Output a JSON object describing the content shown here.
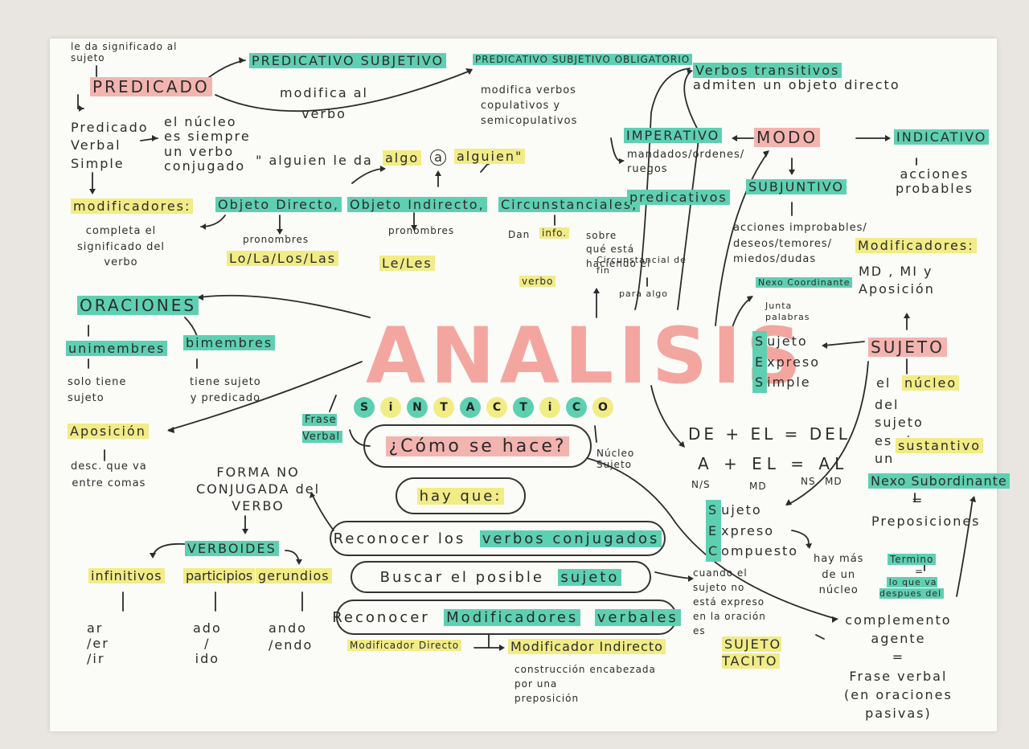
{
  "title": {
    "main": "ANALISIS",
    "sub_letters": [
      "S",
      "i",
      "N",
      "T",
      "A",
      "C",
      "T",
      "i",
      "C",
      "O"
    ]
  },
  "top_left": {
    "note": "le da significado al\nsujeto",
    "predicado": "PREDICADO",
    "pvs": "Predicado\nVerbal\nSimple",
    "nucleo": "el núcleo\nes siempre\nun verbo\nconjugado",
    "alguien": "\" alguien le da",
    "algo": "algo",
    "a": "a",
    "alguien2": "alguien\""
  },
  "predicativo_subjetivo": {
    "label": "PREDICATIVO SUBJETIVO",
    "desc": "modifica al\nverbo"
  },
  "predicativo_obligatorio": {
    "label": "PREDICATIVO SUBJETIVO OBLIGATORIO",
    "desc": "modifica verbos\ncopulativos y\nsemicopulativos"
  },
  "verbos_transitivos": {
    "label": "Verbos transitivos",
    "desc": "admiten un objeto directo"
  },
  "modo": {
    "label": "MODO",
    "imperativo": "IMPERATIVO",
    "imperativo_desc": "mandados/ordenes/\nruegos",
    "indicativo": "INDICATIVO",
    "indicativo_desc": "acciones\nprobables",
    "subjuntivo": "SUBJUNTIVO",
    "subjuntivo_desc": "acciones improbables/\ndeseos/temores/\nmiedos/dudas"
  },
  "modificadores": {
    "label": "modificadores:",
    "od": "Objeto Directo,",
    "oi": "Objeto Indirecto,",
    "circ": "Circunstanciales,",
    "pred": "predicativos",
    "completa": "completa el\nsignificado del\nverbo",
    "pron1": "pronombres",
    "lolas": "Lo/La/Los/Las",
    "pron2": "pronombres",
    "leles": "Le/Les",
    "dan": "Dan",
    "info": "info.",
    "sobre": "sobre\nqué está\nhaciendo el",
    "verbo": "verbo",
    "circ_fin": "Circunstancial de\nfin",
    "para_algo": "para algo"
  },
  "oraciones": {
    "label": "ORACIONES",
    "uni": "unimembres",
    "bi": "bimembres",
    "uni_desc": "solo tiene\nsujeto",
    "bi_desc": "tiene sujeto\ny predicado"
  },
  "aposicion": {
    "label": "Aposición",
    "desc": "desc. que va\nentre comas"
  },
  "frase_verbal": "Frase\nVerbal",
  "como": "¿Cómo se hace?",
  "hay_que": "hay que:",
  "nucleo_sujeto": "Núcleo\nSujeto",
  "steps": {
    "s1a": "Reconocer los",
    "s1b": "verbos conjugados",
    "s2a": "Buscar el posible",
    "s2b": "sujeto",
    "s3a": "Reconocer",
    "s3b": "Modificadores",
    "s3c": "verbales"
  },
  "forma": "FORMA NO\nCONJUGADA del\nVERBO",
  "verboides": {
    "label": "VERBOIDES",
    "inf": "infinitivos",
    "part": "participios",
    "ger": "gerundios",
    "inf_end": "ar\n/er\n/ir",
    "part_end": "ado\n/\nido",
    "ger_end": "ando\n/endo"
  },
  "mod_directo": "Modificador Directo",
  "mod_indirecto": "Modificador Indirecto",
  "mod_ind_desc": "construcción encabezada\npor una\npreposición",
  "sujeto": {
    "label": "SUJETO",
    "desc1": "el",
    "nucleo": "núcleo",
    "desc2": "del\nsujeto\nes siempre\nun",
    "sustantivo": "sustantivo",
    "ses_s": "S",
    "ses_e": "E",
    "ses_s2": "S",
    "ses_text": "ujeto\nxpreso\nimple",
    "sec_s": "S",
    "sec_e": "E",
    "sec_c": "C",
    "sec_text": "ujeto\nxpreso\nompuesto",
    "mas_nucleo": "hay más\nde un\nnúcleo",
    "tacito": "cuando el\nsujeto no\nestá expreso\nen la oración\nes",
    "tacito_label": "SUJETO\nTACITO"
  },
  "nexo_coord": "Nexo Coordinante",
  "junta": "Junta\npalabras",
  "modificadores_s": {
    "label": "Modificadores:",
    "desc": "MD , MI y\nAposición"
  },
  "del": {
    "line1": "DE + EL = DEL",
    "line2": "A + EL = AL",
    "ns": "N/S",
    "md": "MD",
    "ns2": "NS",
    "md2": "MD"
  },
  "nexo_sub": {
    "label": "Nexo Subordinante",
    "eq": "=",
    "desc": "Preposiciones"
  },
  "termino": {
    "label": "Termino",
    "eq": "=",
    "desc": "lo que va\ndespues del"
  },
  "complemento": "complemento\nagente\n=\nFrase verbal\n(en oraciones\npasivas)"
}
